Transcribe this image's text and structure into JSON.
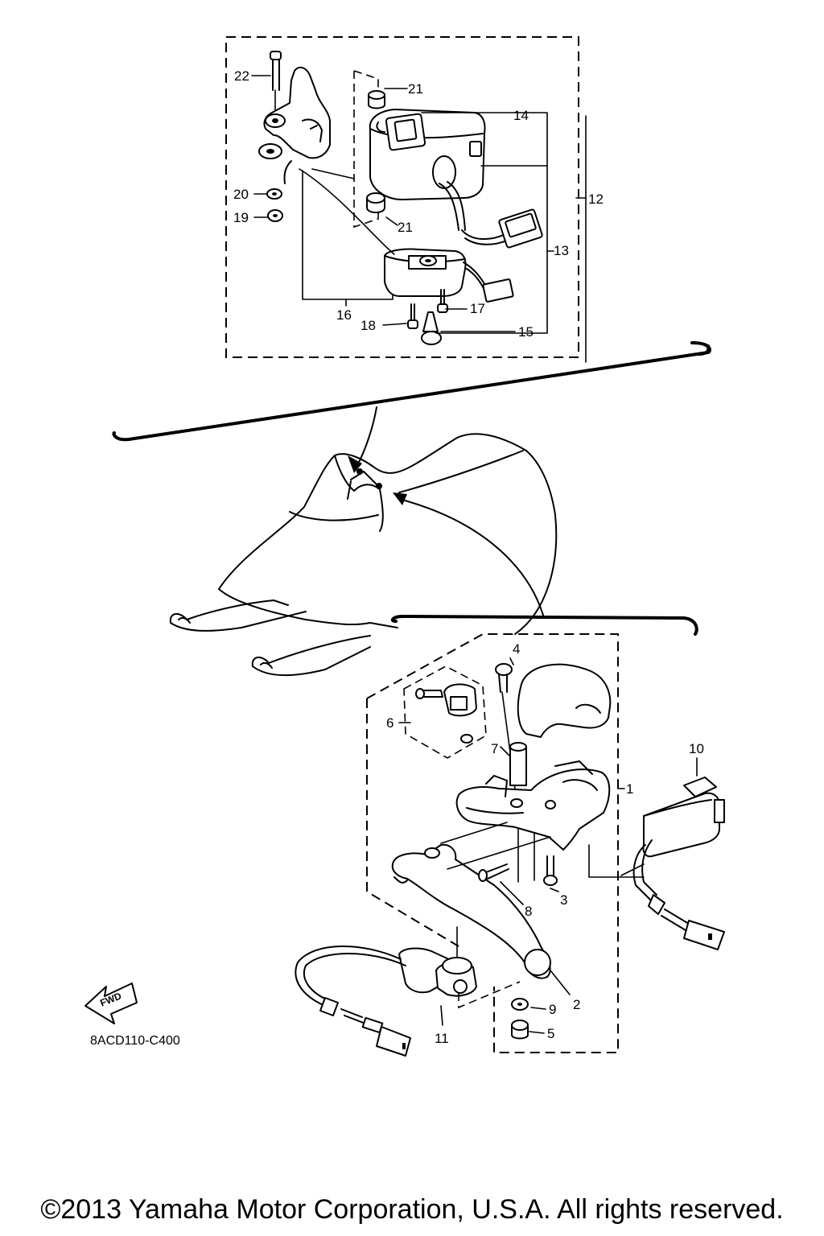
{
  "callouts": {
    "c1": "1",
    "c2": "2",
    "c3": "3",
    "c4": "4",
    "c5": "5",
    "c6": "6",
    "c7": "7",
    "c8": "8",
    "c9": "9",
    "c10": "10",
    "c11": "11",
    "c12": "12",
    "c13": "13",
    "c14": "14",
    "c15": "15",
    "c16": "16",
    "c17": "17",
    "c18": "18",
    "c19": "19",
    "c20": "20",
    "c21a": "21",
    "c21b": "21",
    "c22": "22"
  },
  "fwd_label": "FWD",
  "diagram_code": "8ACD110-C400",
  "copyright": "©2013 Yamaha Motor Corporation, U.S.A. All rights reserved."
}
